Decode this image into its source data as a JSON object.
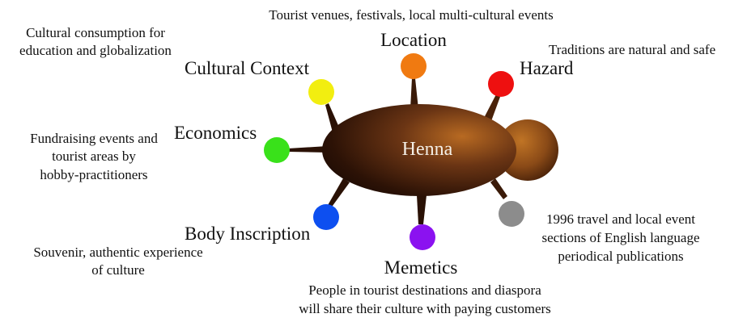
{
  "center": {
    "label": "Henna"
  },
  "nodes": [
    {
      "id": "location",
      "label": "Location",
      "color": "#f07a11",
      "description": [
        "Tourist venues, festivals, local multi-cultural events"
      ]
    },
    {
      "id": "hazard",
      "label": "Hazard",
      "color": "#ee1010",
      "description": [
        "Traditions are natural and safe"
      ]
    },
    {
      "id": "cultural-context",
      "label": "Cultural Context",
      "color": "#f2ee10",
      "description": [
        "Cultural consumption for",
        "education and globalization"
      ]
    },
    {
      "id": "economics",
      "label": "Economics",
      "color": "#39e11a",
      "description": [
        "Fundraising events and",
        "tourist areas by",
        "hobby-practitioners"
      ]
    },
    {
      "id": "body-inscription",
      "label": "Body Inscription",
      "color": "#0d4ff0",
      "description": [
        "Souvenir, authentic experience",
        "of culture"
      ]
    },
    {
      "id": "memetics",
      "label": "Memetics",
      "color": "#8b12f0",
      "description": [
        "People in tourist destinations and diaspora",
        "will share their culture with paying customers"
      ]
    },
    {
      "id": "publications",
      "label": "",
      "color": "#8c8c8c",
      "description": [
        "1996 travel and local event",
        "sections of English language",
        "periodical publications"
      ]
    }
  ]
}
